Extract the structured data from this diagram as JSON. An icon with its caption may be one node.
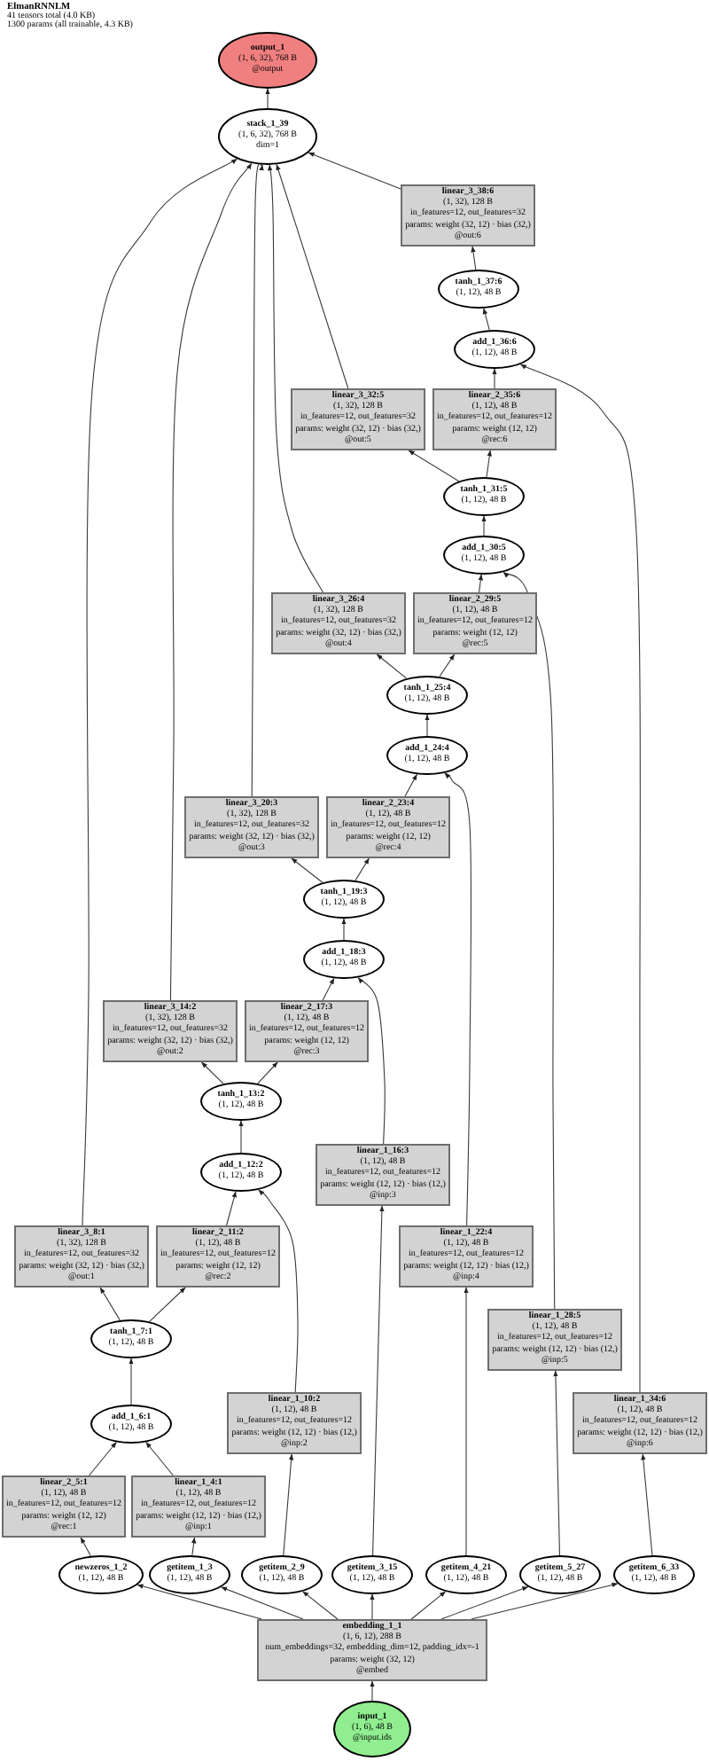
{
  "diagram": {
    "title": "ElmanRNNLM",
    "labels": [
      "41 tensors total (4.0 KB)",
      "1300 params (all trainable, 4.3 KB)"
    ],
    "nodes": [
      {
        "text": [
          "output_1",
          "(1, 6, 32), 768 B",
          "@output"
        ]
      },
      {
        "text": [
          "stack_1_39",
          "(1, 6, 32), 768 B",
          "dim=1"
        ]
      },
      {
        "text": [
          "linear_3_38:6",
          "(1, 32), 128 B",
          "in_features=12, out_features=32",
          "params: weight (32, 12) · bias (32,)",
          "@out:6"
        ]
      },
      {
        "text": [
          "tanh_1_37:6",
          "(1, 12), 48 B"
        ]
      },
      {
        "text": [
          "add_1_36:6",
          "(1, 12), 48 B"
        ]
      },
      {
        "text": [
          "linear_3_32:5",
          "(1, 32), 128 B",
          "in_features=12, out_features=32",
          "params: weight (32, 12) · bias (32,)",
          "@out:5"
        ]
      },
      {
        "text": [
          "linear_2_35:6",
          "(1, 12), 48 B",
          "in_features=12, out_features=12",
          "params: weight (12, 12)",
          "@rec:6"
        ]
      },
      {
        "text": [
          "tanh_1_31:5",
          "(1, 12), 48 B"
        ]
      },
      {
        "text": [
          "add_1_30:5",
          "(1, 12), 48 B"
        ]
      },
      {
        "text": [
          "linear_3_26:4",
          "(1, 32), 128 B",
          "in_features=12, out_features=32",
          "params: weight (32, 12) · bias (32,)",
          "@out:4"
        ]
      },
      {
        "text": [
          "linear_2_29:5",
          "(1, 12), 48 B",
          "in_features=12, out_features=12",
          "params: weight (12, 12)",
          "@rec:5"
        ]
      },
      {
        "text": [
          "tanh_1_25:4",
          "(1, 12), 48 B"
        ]
      },
      {
        "text": [
          "add_1_24:4",
          "(1, 12), 48 B"
        ]
      },
      {
        "text": [
          "linear_3_20:3",
          "(1, 32), 128 B",
          "in_features=12, out_features=32",
          "params: weight (32, 12) · bias (32,)",
          "@out:3"
        ]
      },
      {
        "text": [
          "linear_2_23:4",
          "(1, 12), 48 B",
          "in_features=12, out_features=12",
          "params: weight (12, 12)",
          "@rec:4"
        ]
      },
      {
        "text": [
          "tanh_1_19:3",
          "(1, 12), 48 B"
        ]
      },
      {
        "text": [
          "add_1_18:3",
          "(1, 12), 48 B"
        ]
      },
      {
        "text": [
          "linear_3_14:2",
          "(1, 32), 128 B",
          "in_features=12, out_features=32",
          "params: weight (32, 12) · bias (32,)",
          "@out:2"
        ]
      },
      {
        "text": [
          "linear_2_17:3",
          "(1, 12), 48 B",
          "in_features=12, out_features=12",
          "params: weight (12, 12)",
          "@rec:3"
        ]
      },
      {
        "text": [
          "tanh_1_13:2",
          "(1, 12), 48 B"
        ]
      },
      {
        "text": [
          "add_1_12:2",
          "(1, 12), 48 B"
        ]
      },
      {
        "text": [
          "linear_1_16:3",
          "(1, 12), 48 B",
          "in_features=12, out_features=12",
          "params: weight (12, 12) · bias (12,)",
          "@inp:3"
        ]
      },
      {
        "text": [
          "linear_3_8:1",
          "(1, 32), 128 B",
          "in_features=12, out_features=32",
          "params: weight (32, 12) · bias (32,)",
          "@out:1"
        ]
      },
      {
        "text": [
          "linear_2_11:2",
          "(1, 12), 48 B",
          "in_features=12, out_features=12",
          "params: weight (12, 12)",
          "@rec:2"
        ]
      },
      {
        "text": [
          "linear_1_22:4",
          "(1, 12), 48 B",
          "in_features=12, out_features=12",
          "params: weight (12, 12) · bias (12,)",
          "@inp:4"
        ]
      },
      {
        "text": [
          "tanh_1_7:1",
          "(1, 12), 48 B"
        ]
      },
      {
        "text": [
          "linear_1_28:5",
          "(1, 12), 48 B",
          "in_features=12, out_features=12",
          "params: weight (12, 12) · bias (12,)",
          "@inp:5"
        ]
      },
      {
        "text": [
          "add_1_6:1",
          "(1, 12), 48 B"
        ]
      },
      {
        "text": [
          "linear_1_10:2",
          "(1, 12), 48 B",
          "in_features=12, out_features=12",
          "params: weight (12, 12) · bias (12,)",
          "@inp:2"
        ]
      },
      {
        "text": [
          "linear_1_34:6",
          "(1, 12), 48 B",
          "in_features=12, out_features=12",
          "params: weight (12, 12) · bias (12,)",
          "@inp:6"
        ]
      },
      {
        "text": [
          "linear_2_5:1",
          "(1, 12), 48 B",
          "in_features=12, out_features=12",
          "params: weight (12, 12)",
          "@rec:1"
        ]
      },
      {
        "text": [
          "linear_1_4:1",
          "(1, 12), 48 B",
          "in_features=12, out_features=12",
          "params: weight (12, 12) · bias (12,)",
          "@inp:1"
        ]
      },
      {
        "text": [
          "newzeros_1_2",
          "(1, 12), 48 B"
        ]
      },
      {
        "text": [
          "getitem_1_3",
          "(1, 12), 48 B"
        ]
      },
      {
        "text": [
          "getitem_2_9",
          "(1, 12), 48 B"
        ]
      },
      {
        "text": [
          "getitem_3_15",
          "(1, 12), 48 B"
        ]
      },
      {
        "text": [
          "getitem_4_21",
          "(1, 12), 48 B"
        ]
      },
      {
        "text": [
          "getitem_5_27",
          "(1, 12), 48 B"
        ]
      },
      {
        "text": [
          "getitem_6_33",
          "(1, 12), 48 B"
        ]
      },
      {
        "text": [
          "embedding_1_1",
          "(1, 6, 12), 288 B",
          "num_embeddings=32, embedding_dim=12, padding_idx=-1",
          "params: weight (32, 12)",
          "@embed"
        ]
      },
      {
        "text": [
          "input_1",
          "(1, 6), 48 B",
          "@input.ids"
        ]
      }
    ],
    "edges": [
      {
        "from": 40,
        "to": 39,
        "arrow": "to"
      },
      {
        "from": 39,
        "to": 32,
        "arrow": "to"
      },
      {
        "from": 39,
        "to": 33,
        "arrow": "to"
      },
      {
        "from": 39,
        "to": 34,
        "arrow": "to"
      },
      {
        "from": 39,
        "to": 35,
        "arrow": "to"
      },
      {
        "from": 39,
        "to": 36,
        "arrow": "to"
      },
      {
        "from": 39,
        "to": 37,
        "arrow": "to"
      },
      {
        "from": 39,
        "to": 38,
        "arrow": "to"
      },
      {
        "from": 32,
        "to": 30,
        "arrow": "to"
      },
      {
        "from": 33,
        "to": 31,
        "arrow": "to"
      },
      {
        "from": 34,
        "to": 28,
        "arrow": "to"
      },
      {
        "from": 35,
        "to": 21,
        "arrow": "to"
      },
      {
        "from": 36,
        "to": 24,
        "arrow": "to"
      },
      {
        "from": 37,
        "to": 26,
        "arrow": "to"
      },
      {
        "from": 38,
        "to": 29,
        "arrow": "to"
      },
      {
        "from": 30,
        "to": 27,
        "arrow": "to"
      },
      {
        "from": 31,
        "to": 27,
        "arrow": "to"
      },
      {
        "from": 27,
        "to": 25,
        "arrow": "to"
      },
      {
        "from": 25,
        "to": 22,
        "arrow": "to"
      },
      {
        "from": 25,
        "to": 23,
        "arrow": "to"
      },
      {
        "from": 22,
        "to": 1,
        "arrow": "to"
      },
      {
        "from": 23,
        "to": 20,
        "arrow": "to"
      },
      {
        "from": 28,
        "to": 20,
        "arrow": "to"
      },
      {
        "from": 20,
        "to": 19,
        "arrow": "to"
      },
      {
        "from": 19,
        "to": 17,
        "arrow": "to"
      },
      {
        "from": 19,
        "to": 18,
        "arrow": "to"
      },
      {
        "from": 17,
        "to": 1,
        "arrow": "to"
      },
      {
        "from": 18,
        "to": 16,
        "arrow": "to"
      },
      {
        "from": 21,
        "to": 16,
        "arrow": "to"
      },
      {
        "from": 16,
        "to": 15,
        "arrow": "to"
      },
      {
        "from": 15,
        "to": 13,
        "arrow": "to"
      },
      {
        "from": 15,
        "to": 14,
        "arrow": "to"
      },
      {
        "from": 13,
        "to": 1,
        "arrow": "to"
      },
      {
        "from": 14,
        "to": 12,
        "arrow": "to"
      },
      {
        "from": 24,
        "to": 12,
        "arrow": "to"
      },
      {
        "from": 12,
        "to": 11,
        "arrow": "to"
      },
      {
        "from": 11,
        "to": 9,
        "arrow": "to"
      },
      {
        "from": 11,
        "to": 10,
        "arrow": "to"
      },
      {
        "from": 9,
        "to": 1,
        "arrow": "to"
      },
      {
        "from": 10,
        "to": 8,
        "arrow": "to"
      },
      {
        "from": 26,
        "to": 8,
        "arrow": "to"
      },
      {
        "from": 8,
        "to": 7,
        "arrow": "to"
      },
      {
        "from": 7,
        "to": 5,
        "arrow": "to"
      },
      {
        "from": 7,
        "to": 6,
        "arrow": "to"
      },
      {
        "from": 5,
        "to": 1,
        "arrow": "to"
      },
      {
        "from": 6,
        "to": 4,
        "arrow": "to"
      },
      {
        "from": 29,
        "to": 4,
        "arrow": "to"
      },
      {
        "from": 4,
        "to": 3,
        "arrow": "to"
      },
      {
        "from": 3,
        "to": 2,
        "arrow": "to"
      },
      {
        "from": 2,
        "to": 1,
        "arrow": "to"
      },
      {
        "from": 1,
        "to": 0,
        "arrow": "to"
      }
    ]
  }
}
